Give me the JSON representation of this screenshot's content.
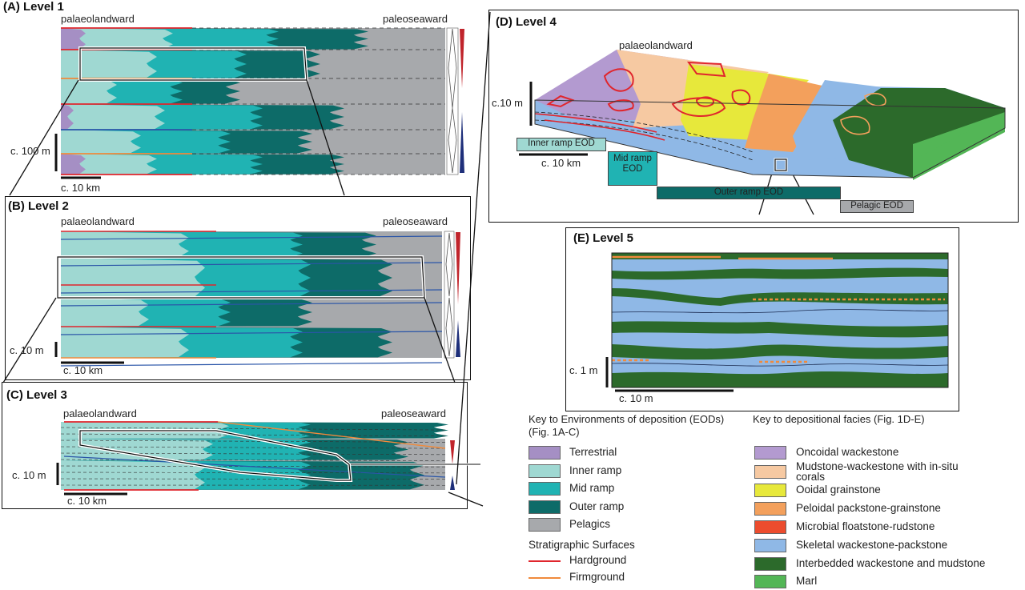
{
  "panels": {
    "A": {
      "title": "(A) Level 1",
      "landward": "palaeolandward",
      "seaward": "paleoseaward",
      "vscale": "c. 100 m",
      "hscale": "c. 10 km"
    },
    "B": {
      "title": "(B) Level 2",
      "landward": "palaeolandward",
      "seaward": "paleoseaward",
      "vscale": "c. 10 m",
      "hscale": "c. 10 km"
    },
    "C": {
      "title": "(C) Level 3",
      "landward": "palaeolandward",
      "seaward": "paleoseaward",
      "vscale": "c. 10 m",
      "hscale": "c. 10 km"
    },
    "D": {
      "title": "(D) Level 4",
      "landward": "palaeolandward",
      "vscale": "c.10 m",
      "hscale": "c. 10 km",
      "eods": {
        "inner": "Inner ramp EOD",
        "mid": "Mid ramp EOD",
        "outer": "Outer ramp EOD",
        "pelagic": "Pelagic EOD"
      }
    },
    "E": {
      "title": "(E) Level 5",
      "vscale": "c. 1 m",
      "hscale": "c. 10 m"
    }
  },
  "colors": {
    "terrestrial": "#a58fc4",
    "inner": "#9fd8d2",
    "mid": "#20b3b3",
    "outer": "#0d6b68",
    "pelagic": "#a7a9ac",
    "hardground": "#e0262d",
    "firmground": "#f08a3c",
    "flood": "#2a55a8",
    "oncoidal": "#b39ad0",
    "mudstone": "#f6c9a2",
    "ooidal": "#e7e83b",
    "peloidal": "#f3a05c",
    "microbial": "#ec4c2e",
    "skeletal": "#8fb8e6",
    "interbedded": "#2c6a2b",
    "marl": "#53b656"
  },
  "key_eod": {
    "title": "Key to Environments of deposition (EODs) (Fig. 1A-C)",
    "items": [
      "Terrestrial",
      "Inner ramp",
      "Mid ramp",
      "Outer ramp",
      "Pelagics"
    ]
  },
  "key_surfaces": {
    "title": "Stratigraphic Surfaces",
    "items": [
      "Hardground",
      "Firmground"
    ]
  },
  "key_facies": {
    "title": "Key to depositional facies (Fig. 1D-E)",
    "items": [
      "Oncoidal wackestone",
      "Mudstone-wackestone with in-situ corals",
      "Ooidal grainstone",
      "Peloidal packstone-grainstone",
      "Microbial floatstone-rudstone",
      "Skeletal wackestone-packstone",
      "Interbedded wackestone and mudstone",
      "Marl"
    ]
  }
}
